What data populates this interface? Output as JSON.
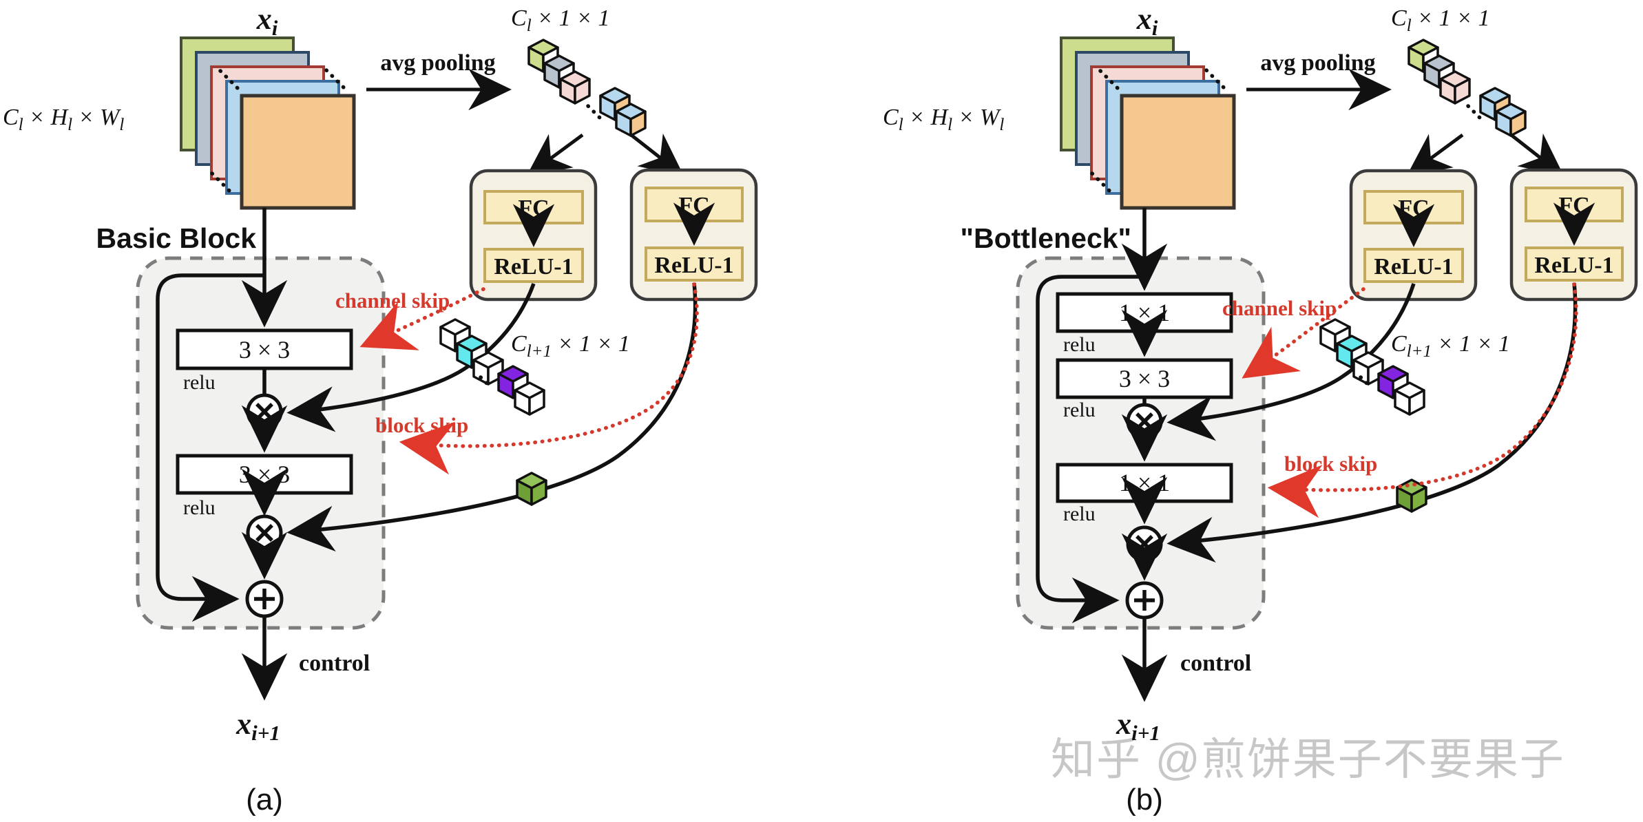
{
  "figure": {
    "watermark": "知乎 @煎饼果子不要果子",
    "labels": {
      "x_in_base": "x",
      "x_in_sub": "i",
      "x_out_base": "x",
      "x_out_sub": "i+1",
      "dims_c": "C",
      "dims_c_sub": "l",
      "dims_h": " × H",
      "dims_h_sub": "l",
      "dims_w": " × W",
      "dims_w_sub": "l",
      "pooled_c": "C",
      "pooled_c_sub": "l",
      "pooled_rest": " × 1 × 1",
      "gate_c": "C",
      "gate_c_sub": "l+1",
      "gate_rest": " × 1 × 1",
      "avg_pooling": "avg pooling",
      "fc": "FC",
      "relu_1": "ReLU-1",
      "relu": "relu",
      "channel_skip": "channel skip",
      "block_skip": "block skip",
      "control": "control"
    },
    "diagram_a": {
      "title": "Basic Block",
      "caption": "(a)",
      "conv1": "3 × 3",
      "conv2": "3 × 3"
    },
    "diagram_b": {
      "title": "\"Bottleneck\"",
      "caption": "(b)",
      "conv1": "1 × 1",
      "conv2": "3 × 3",
      "conv3": "1 × 1"
    },
    "colors": {
      "accent_red": "#d5392c",
      "block_fill": "#f1f1f0",
      "gate_fill": "#f4f0e3",
      "gate_inner_fill": "#f9ecc0",
      "map_green": "#ccdd8e",
      "map_steel": "#b9c3cd",
      "map_pink": "#f4d9d4",
      "map_blue": "#b5d8ee",
      "map_orange": "#f4c88e",
      "cube_cyan": "#63e8ee",
      "cube_purple": "#8224e0",
      "cube_green": "#76a939"
    }
  }
}
